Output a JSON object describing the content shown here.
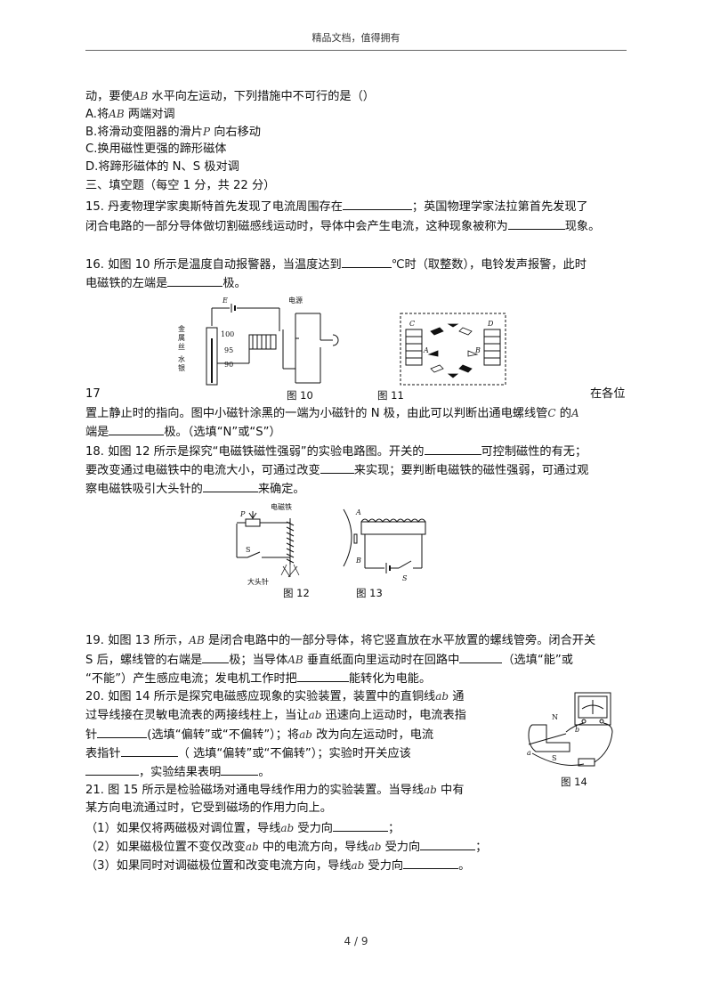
{
  "header": {
    "text": "精品文档，值得拥有"
  },
  "q14_cont": {
    "line1_a": "动，要使",
    "ab": "AB",
    "line1_b": " 水平向左运动，下列措施中不可行的是（）",
    "optA_a": "A.将",
    "optA_b": " 两端对调",
    "optB_a": "B.将滑动变阻器的滑片",
    "p": "P",
    "optB_b": " 向右移动",
    "optC": "C.换用磁性更强的蹄形磁体",
    "optD": "D.将蹄形磁体的 N、S 极对调"
  },
  "section3": "三、填空题（每空 1 分，共 22 分）",
  "q15": {
    "l1_a": "15.  丹麦物理学家奥斯特首先发现了电流周围存在",
    "l1_b": "；英国物理学家法拉第首先发现了",
    "l2_a": "闭合电路的一部分导体做切割磁感线运动时，导体中会产生电流，这种现象被称为",
    "l2_b": "现象。"
  },
  "q16": {
    "l1_a": "16.  如图 10 所示是温度自动报警器，当温度达到",
    "l1_b": "℃时（取整数），电铃发声报警，此时",
    "l2_a": "电磁铁的左端是",
    "l2_b": "极。"
  },
  "fig10": {
    "e": "E",
    "power": "电源",
    "n100": "100",
    "n95": "95",
    "n90": "90",
    "lbl1": "金",
    "lbl2": "属",
    "lbl3": "丝",
    "lbl4": "水",
    "lbl5": "银"
  },
  "fig11": {
    "c": "C",
    "a": "A",
    "b": "B",
    "d": "D"
  },
  "captions": {
    "fig10": "图 10",
    "fig11": "图 11",
    "fig12": "图 12",
    "fig13": "图 13",
    "fig14": "图 14"
  },
  "q17": {
    "num": "17",
    "tail": "在各位",
    "l2_a": "置上静止时的指向。图中小磁针涂黑的一端为小磁针的 N 极，由此可以判断出通电螺线管",
    "c": "C",
    "l2_b": " 的",
    "a": "A",
    "l3_a": "端是",
    "l3_b": "极。（选填“N”或“S”）"
  },
  "q18": {
    "l1_a": "18.  如图 12 所示是探究“电磁铁磁性强弱”的实验电路图。开关的",
    "l1_b": "可控制磁性的有无；",
    "l2_a": "要改变通过电磁铁中的电流大小，可通过改变",
    "l2_b": "来实现；要判断电磁铁的磁性强弱，可通过观",
    "l3_a": "察电磁铁吸引大头针的",
    "l3_b": "来确定。"
  },
  "fig12": {
    "title": "电磁铁",
    "p": "P",
    "s": "S",
    "pins": "大头针"
  },
  "fig13": {
    "a": "A",
    "b": "B",
    "s": "S"
  },
  "q19": {
    "l1_a": "19.  如图 13 所示，",
    "ab": "AB",
    "l1_b": " 是闭合电路中的一部分导体，将它竖直放在水平放置的螺线管旁。闭合开关",
    "l2_a": "S 后，螺线管的右端是",
    "l2_b": "极；当导体",
    "l2_c": " 垂直纸面向里运动时在回路中",
    "l2_d": "（选填“能”或",
    "l3_a": "“不能”）产生感应电流；发电机工作时把",
    "l3_b": "能转化为电能。"
  },
  "q20": {
    "l1_a": "20.  如图 14 所示是探究电磁感应现象的实验装置，装置中的直铜线",
    "ab": "ab",
    "l1_b": " 通",
    "l2_a": "过导线接在灵敏电流表的两接线柱上，当让",
    "l2_b": " 迅速向上运动时，电流表指",
    "l3_a": "针",
    "l3_b": "(选填“偏转”或“不偏转”）；将",
    "l3_c": " 改为向左运动时，电流",
    "l4_a": "表指针",
    "l4_b": "（ 选填“偏转”或“不偏转”）；实验时开关应该",
    "l5_a": "，实验结果表明",
    "l5_b": "。"
  },
  "fig14": {
    "n": "N",
    "s": "S",
    "a": "a",
    "b": "b"
  },
  "q21": {
    "l1_a": "21.  图 15 所示是检验磁场对通电导线作用力的实验装置。当导线",
    "ab": "ab",
    "l1_b": " 中有",
    "l2": "某方向电流通过时，它受到磁场的作用力向上。",
    "s1_a": "（1）如果仅将两磁极对调位置，导线",
    "s1_b": " 受力向",
    "s1_c": "；",
    "s2_a": "（2）如果磁极位置不变仅改变",
    "s2_b": " 中的电流方向，导线",
    "s2_c": " 受力向",
    "s2_d": "；",
    "s3_a": "（3）如果同时对调磁极位置和改变电流方向，导线",
    "s3_b": " 受力向",
    "s3_c": "。"
  },
  "footer": {
    "page": "4 / 9"
  }
}
